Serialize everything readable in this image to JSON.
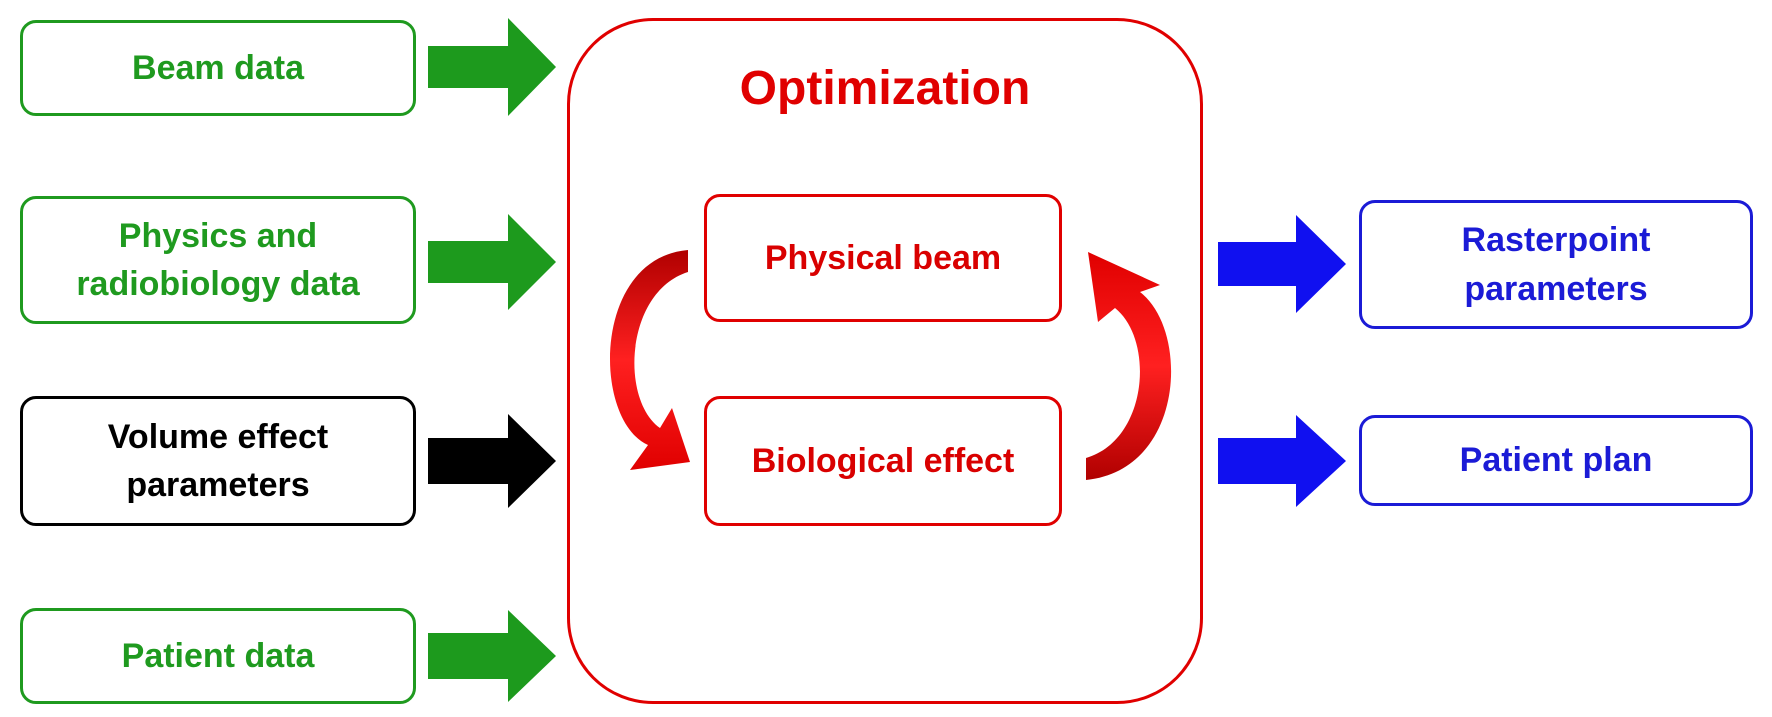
{
  "inputs": {
    "beam_data": "Beam data",
    "physics_radiobiology": "Physics and\nradiobiology data",
    "volume_effect": "Volume effect\nparameters",
    "patient_data": "Patient data"
  },
  "optimization": {
    "title": "Optimization",
    "physical_beam": "Physical beam",
    "biological_effect": "Biological effect"
  },
  "outputs": {
    "rasterpoint": "Rasterpoint\nparameters",
    "patient_plan": "Patient plan"
  },
  "colors": {
    "input_green": "#1f9a1f",
    "input_black": "#000000",
    "optimization_red": "#e00000",
    "output_blue": "#1b1bd6"
  }
}
